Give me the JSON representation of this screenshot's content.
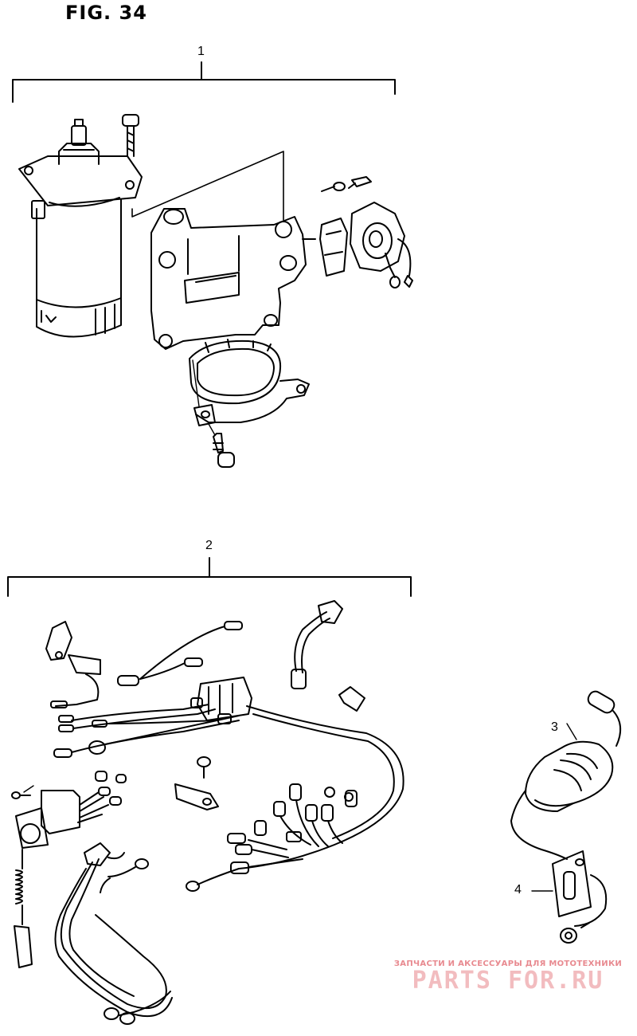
{
  "figure": {
    "title": "FIG. 34"
  },
  "callouts": {
    "c1": "1",
    "c2": "2",
    "c3": "3",
    "c4": "4"
  },
  "watermark": {
    "caption": "ЗАПЧАСТИ И АКСЕССУАРЫ ДЛЯ МОТОТЕХНИКИ",
    "brand": "PARTS FOR.RU",
    "color": "#e8868c"
  }
}
